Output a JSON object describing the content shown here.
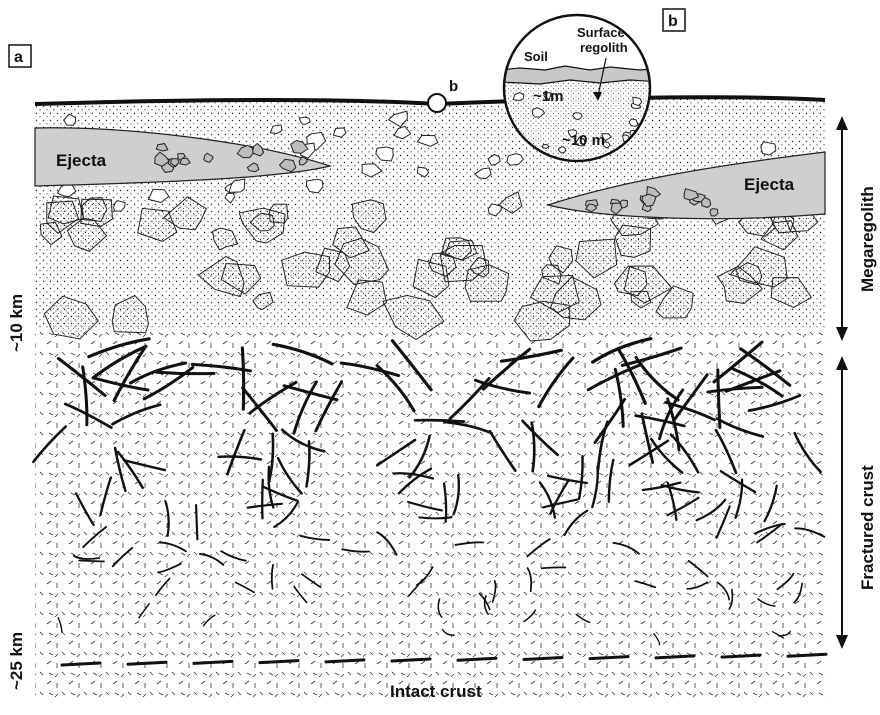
{
  "panels": {
    "a_label": "a",
    "b_label": "b",
    "b_marker": "b"
  },
  "inset": {
    "soil": "Soil",
    "surface_regolith_line1": "Surface",
    "surface_regolith_line2": "regolith",
    "depth_1m": "~1m",
    "depth_10m": "~10 m"
  },
  "layers": {
    "ejecta_left": "Ejecta",
    "ejecta_right": "Ejecta",
    "megaregolith": "Megaregolith",
    "fractured_crust": "Fractured crust",
    "intact_crust": "Intact crust"
  },
  "depths": {
    "d10km": "~10 km",
    "d25km": "~25 km"
  },
  "colors": {
    "ink": "#111111",
    "ejecta_fill": "#cfcfcf",
    "soil_fill": "#c8c8c8",
    "background": "#ffffff"
  }
}
